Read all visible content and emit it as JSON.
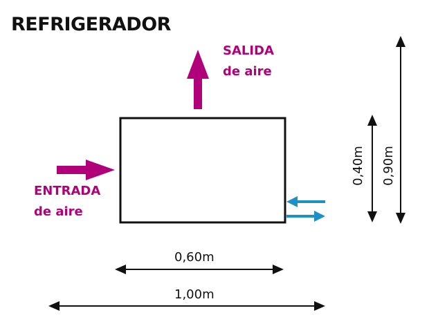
{
  "title": "REFRIGERADOR",
  "outlet": {
    "line1": "SALIDA",
    "line2": "de aire"
  },
  "inlet": {
    "line1": "ENTRADA",
    "line2": "de aire"
  },
  "dimensions": {
    "unit_width": "0,60m",
    "total_width": "1,00m",
    "unit_height": "0,40m",
    "total_height": "0,90m"
  },
  "colors": {
    "air_arrow": "#b0007a",
    "water_arrow": "#1e90c8",
    "outline": "#111111"
  }
}
